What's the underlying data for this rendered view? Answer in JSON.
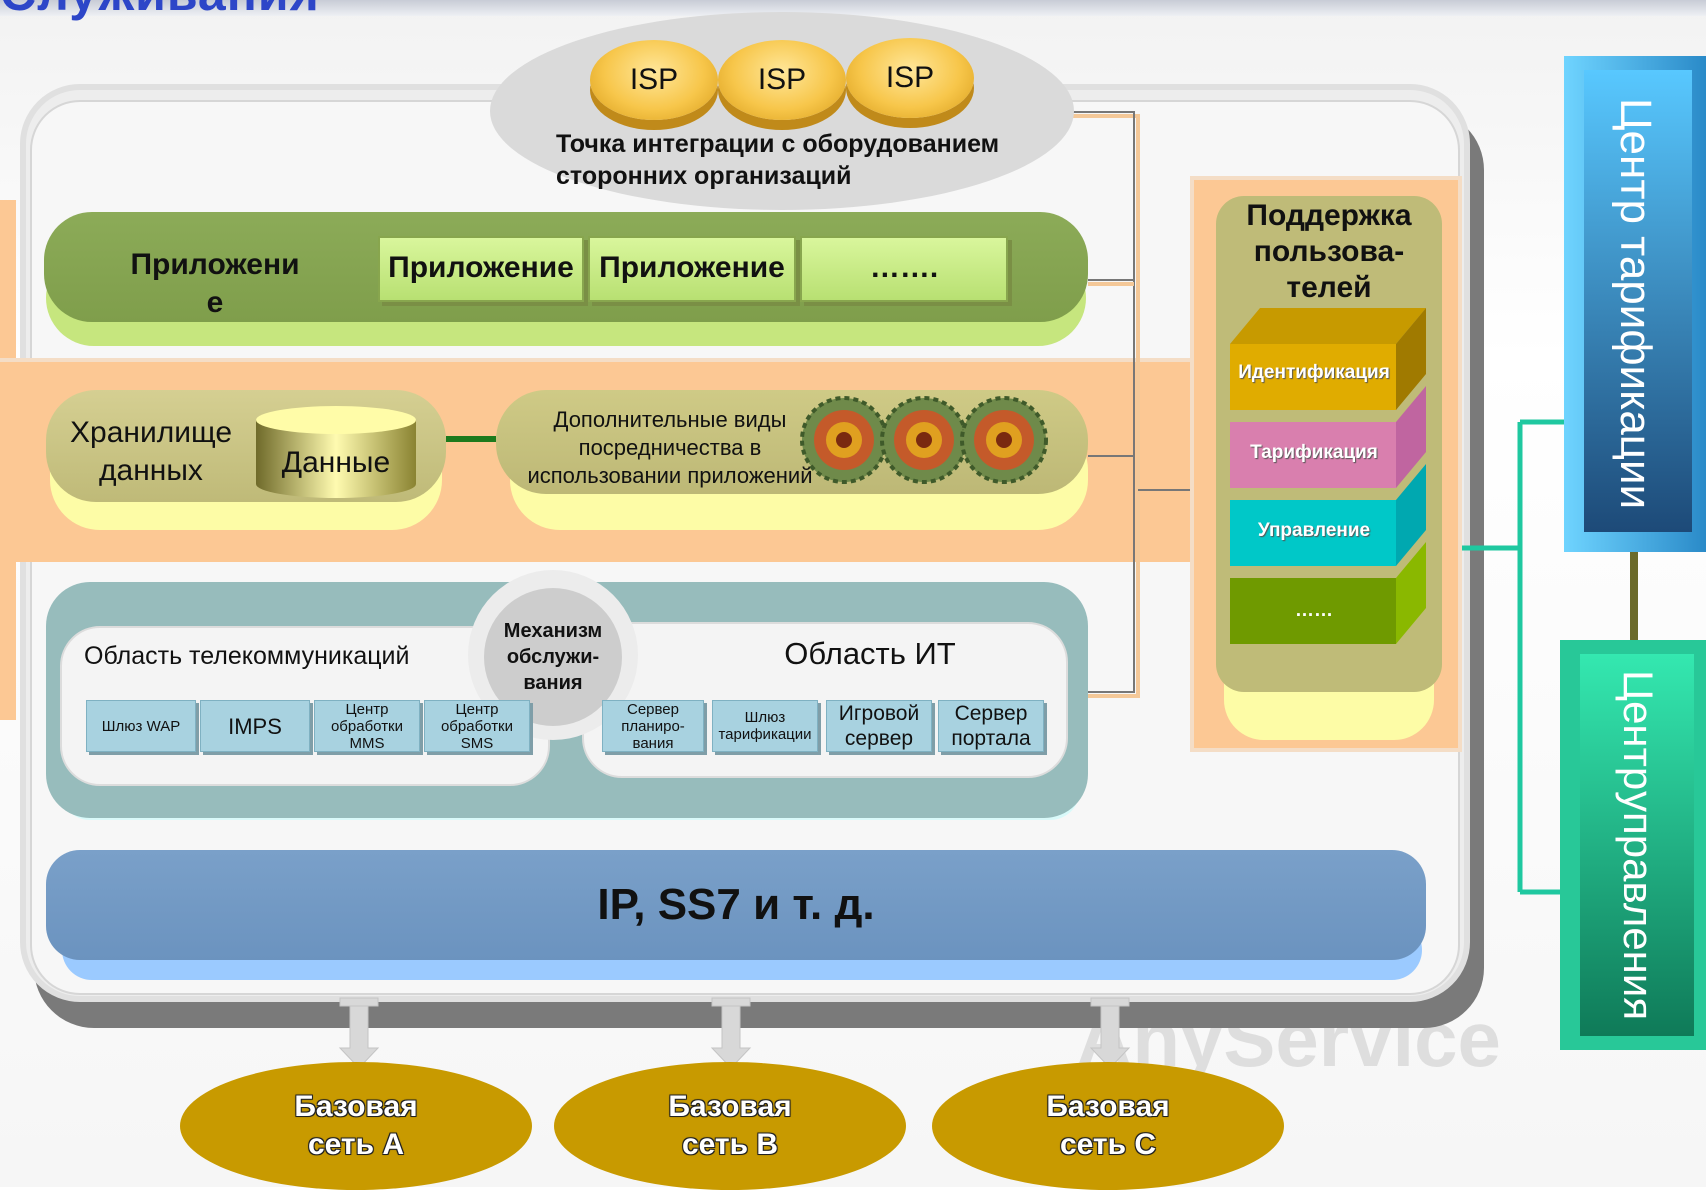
{
  "title": "Служивания",
  "isp": {
    "labels": [
      "ISP",
      "ISP",
      "ISP"
    ],
    "caption_line1": "Точка интеграции с оборудованием",
    "caption_line2": "сторонних организаций"
  },
  "application": {
    "title_line1": "Приложени",
    "title_line2": "е",
    "items": [
      "Приложение",
      "Приложение",
      "……."
    ]
  },
  "storage": {
    "label_line1": "Хранилище",
    "label_line2": "данных",
    "cylinder_label": "Данные"
  },
  "middleware": {
    "line1": "Дополнительные виды",
    "line2": "посредничества в",
    "line3": "использовании приложений"
  },
  "service": {
    "telco_title": "Область телекоммуникаций",
    "it_title": "Область ИТ",
    "mechanism_line1": "Механизм",
    "mechanism_line2": "обслужи-",
    "mechanism_line3": "вания",
    "telco_items": [
      {
        "l1": "Шлюз WAP",
        "l2": "",
        "l3": ""
      },
      {
        "l1": "IMPS",
        "l2": "",
        "l3": ""
      },
      {
        "l1": "Центр",
        "l2": "обработки",
        "l3": "MMS"
      },
      {
        "l1": "Центр",
        "l2": "обработки",
        "l3": "SMS"
      }
    ],
    "it_items": [
      {
        "l1": "Сервер",
        "l2": "планиро-",
        "l3": "вания"
      },
      {
        "l1": "Шлюз",
        "l2": "тарификации",
        "l3": ""
      },
      {
        "l1": "Игровой",
        "l2": "сервер",
        "l3": ""
      },
      {
        "l1": "Сервер",
        "l2": "портала",
        "l3": ""
      }
    ]
  },
  "transport": {
    "label": "IP, SS7 и т. д."
  },
  "user_support": {
    "title_line1": "Поддержка",
    "title_line2": "пользова-",
    "title_line3": "телей",
    "blocks": [
      "Идентификация",
      "Тарификация",
      "Управление",
      "……"
    ]
  },
  "centers": {
    "tariff": "Центр тарификации",
    "mgmt_line1": "Центр",
    "mgmt_line2": "управления"
  },
  "networks": [
    {
      "line1": "Базовая",
      "line2": "сеть А"
    },
    {
      "line1": "Базовая",
      "line2": "сеть В"
    },
    {
      "line1": "Базовая",
      "line2": "сеть С"
    }
  ],
  "watermark": "AnyService",
  "colors": {
    "title": "#2d46c8",
    "app_green": "#8cab58",
    "orange": "#fcc894",
    "ip_blue": "#6b93bf",
    "network_gold": "#c89a00",
    "ident": "#e0ac00",
    "tariff_block": "#d97fae",
    "mgmt_block": "#00c8c8",
    "more_block": "#7aa600"
  }
}
